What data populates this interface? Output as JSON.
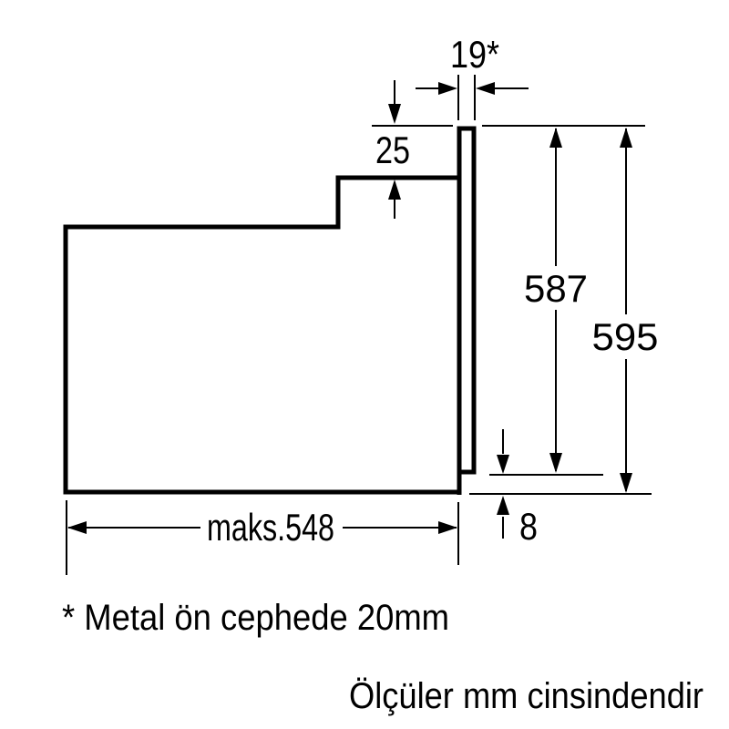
{
  "diagram": {
    "type": "appliance-installation-drawing",
    "dimensions": {
      "front_panel_depth": "19*",
      "top_setback": "25",
      "body_height": "587",
      "front_height": "595",
      "bottom_gap": "8",
      "max_depth": "maks.548"
    },
    "footnote": "* Metal ön cephede 20mm",
    "units_note": "Ölçüler mm cinsindendir",
    "colors": {
      "line": "#000000",
      "background": "#ffffff"
    }
  }
}
